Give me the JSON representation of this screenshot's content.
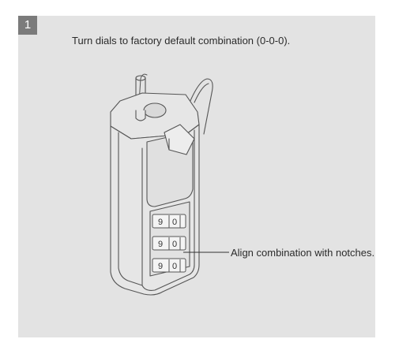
{
  "step": {
    "number": "1"
  },
  "instruction": {
    "text": "Turn dials to factory default combination (0-0-0)."
  },
  "callout": {
    "label": "Align combination with notches."
  },
  "dials": [
    {
      "left": "9",
      "right": "0"
    },
    {
      "left": "9",
      "right": "0"
    },
    {
      "left": "9",
      "right": "0"
    }
  ],
  "colors": {
    "panel": "#e3e3e3",
    "badge": "#7b7b7b",
    "line": "#555555",
    "body_fill": "#e6e6e6"
  }
}
